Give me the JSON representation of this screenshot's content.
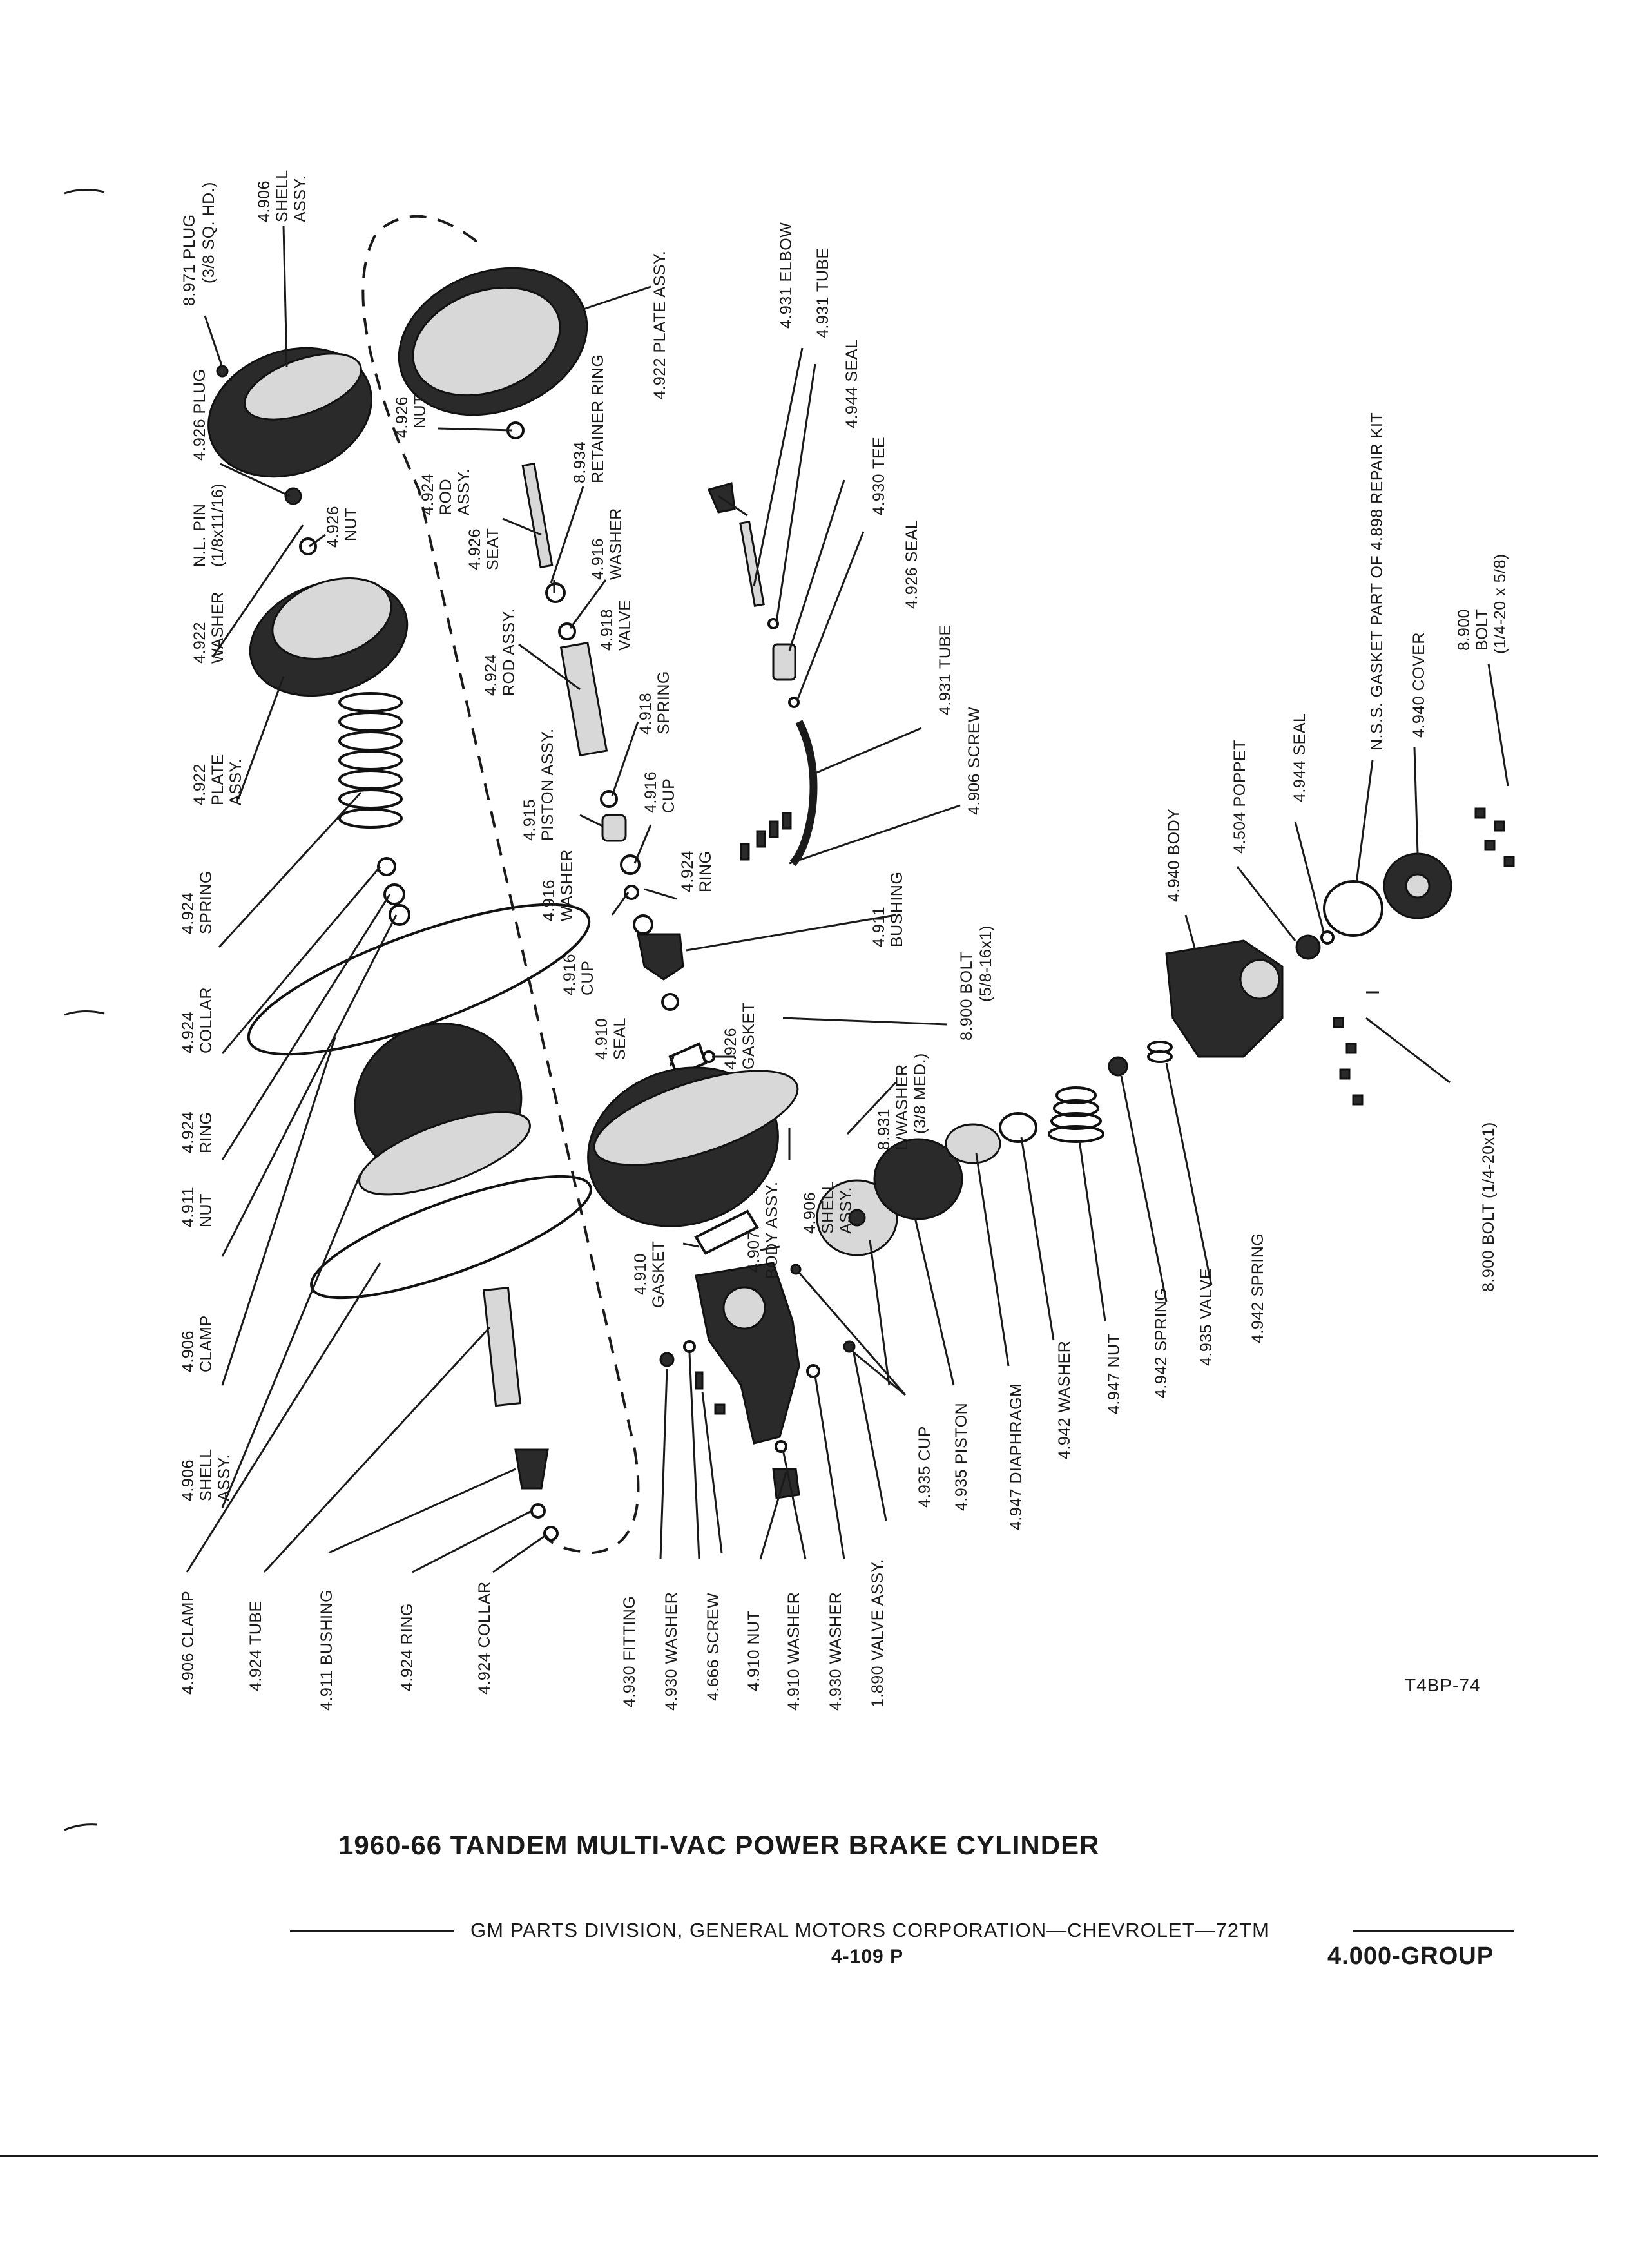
{
  "title": "1960-66 TANDEM MULTI-VAC POWER BRAKE CYLINDER",
  "footer": "GM PARTS DIVISION, GENERAL MOTORS CORPORATION—CHEVROLET—72TM",
  "page_number": "4-109 P",
  "group": "4.000-GROUP",
  "drawing_code": "T4BP-74",
  "labels": {
    "plug_8971": "8.971 PLUG",
    "plug_8971_size": "(3/8 SQ. HD.)",
    "shell_top_num": "4.906",
    "shell_top_a": "SHELL",
    "shell_top_b": "ASSY.",
    "plug_4926": "4.926 PLUG",
    "nl_pin": "N.L. PIN",
    "nl_pin_size": "(1/8x11/16)",
    "nut_4926_num": "4.926",
    "nut_4926": "NUT",
    "washer_4922": "4.922",
    "washer_4922_b": "WASHER",
    "plate_4922_num": "4.922",
    "plate_4922_a": "PLATE",
    "plate_4922_b": "ASSY.",
    "spring_4924_num": "4.924",
    "spring_4924": "SPRING",
    "collar_4924_num": "4.924",
    "collar_4924": "COLLAR",
    "ring_4924_num": "4.924",
    "ring_4924": "RING",
    "nut_4911_num": "4.911",
    "nut_4911": "NUT",
    "clamp_4906_num": "4.906",
    "clamp_4906": "CLAMP",
    "shell_left_num": "4.906",
    "shell_left_a": "SHELL",
    "shell_left_b": "ASSY.",
    "plate_4922_top": "4.922 PLATE ASSY.",
    "nut_4926b_num": "4.926",
    "nut_4926b": "NUT",
    "ret_ring_num": "8.934",
    "ret_ring": "RETAINER RING",
    "rod_4924_num": "4.924",
    "rod_4924_a": "ROD",
    "rod_4924_b": "ASSY.",
    "seat_4926_num": "4.926",
    "seat_4926": "SEAT",
    "washer_4916_num": "4.916",
    "washer_4916": "WASHER",
    "valve_4918_num": "4.918",
    "valve_4918": "VALVE",
    "rod_4924c_num": "4.924",
    "rod_4924c": "ROD ASSY.",
    "spring_4918_num": "4.918",
    "spring_4918": "SPRING",
    "piston_4915_num": "4.915",
    "piston_4915": "PISTON ASSY.",
    "cup_4916_num": "4.916",
    "cup_4916": "CUP",
    "washer_4916b_num": "4.916",
    "washer_4916b": "WASHER",
    "ring_4924b_num": "4.924",
    "ring_4924b": "RING",
    "cup_4916b_num": "4.916",
    "cup_4916b": "CUP",
    "bushing_4911_num": "4.911",
    "bushing_4911": "BUSHING",
    "seal_4910_num": "4.910",
    "seal_4910": "SEAL",
    "gasket_4926_num": "4.926",
    "gasket_4926": "GASKET",
    "bolt_8900a": "8.900 BOLT",
    "bolt_8900a_size": "(5/8-16x1)",
    "lwasher_num": "8.931",
    "lwasher": "L/WASHER",
    "lwasher_size": "(3/8 MED.)",
    "shell_mid_num": "4.906",
    "shell_mid_a": "SHELL",
    "shell_mid_b": "ASSY.",
    "body_4907_num": "4.907",
    "body_4907": "BODY ASSY.",
    "gasket_4910_num": "4.910",
    "gasket_4910": "GASKET",
    "elbow_4931": "4.931 ELBOW",
    "tube_4931": "4.931 TUBE",
    "seal_4944": "4.944 SEAL",
    "tee_4930": "4.930 TEE",
    "seal_4926": "4.926 SEAL",
    "tube_4931b": "4.931 TUBE",
    "screw_4906": "4.906 SCREW",
    "body_4940": "4.940 BODY",
    "poppet_4504": "4.504 POPPET",
    "seal_4944b": "4.944 SEAL",
    "gasket_nss": "N.S.S. GASKET PART OF 4.898 REPAIR KIT",
    "cover_4940": "4.940 COVER",
    "bolt_8900b_num": "8.900",
    "bolt_8900b": "BOLT",
    "bolt_8900b_size": "(1/4-20 x 5/8)",
    "bolt_8900c": "8.900 BOLT (1/4-20x1)",
    "cup_4935": "4.935 CUP",
    "piston_4935": "4.935 PISTON",
    "diaphragm_4947": "4.947 DIAPHRAGM",
    "washer_4942": "4.942 WASHER",
    "nut_4947": "4.947 NUT",
    "spring_4942": "4.942 SPRING",
    "valve_4935": "4.935 VALVE",
    "spring_4942b": "4.942 SPRING",
    "b_clamp": "4.906 CLAMP",
    "b_tube": "4.924 TUBE",
    "b_bushing": "4.911 BUSHING",
    "b_ring": "4.924 RING",
    "b_collar": "4.924 COLLAR",
    "b_fitting": "4.930 FITTING",
    "b_washer_a": "4.930 WASHER",
    "b_screw": "4.666 SCREW",
    "b_nut": "4.910 NUT",
    "b_washer_b": "4.910 WASHER",
    "b_washer_c": "4.930 WASHER",
    "b_valve": "1.890 VALVE ASSY."
  }
}
